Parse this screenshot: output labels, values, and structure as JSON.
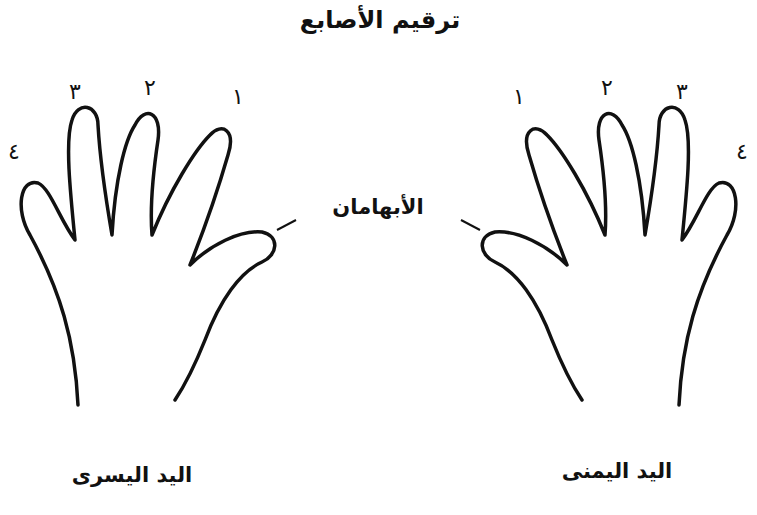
{
  "diagram": {
    "title": "ترقيم الأصابع",
    "labels": [
      "١",
      "٢",
      "٣",
      "٤",
      "١",
      "٢",
      "٣",
      "٤",
      "الأبهامان",
      "اليد اليسرى",
      "اليد اليمنى"
    ]
  }
}
